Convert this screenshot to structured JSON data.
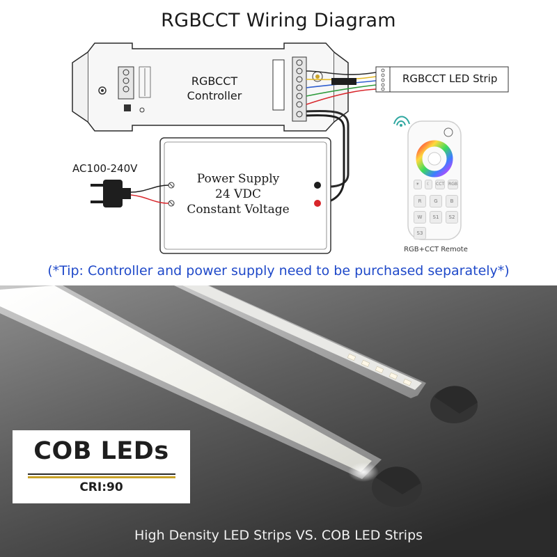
{
  "diagram": {
    "title": "RGBCCT Wiring Diagram",
    "controller_label_line1": "RGBCCT",
    "controller_label_line2": "Controller",
    "psu_label_line1": "Power Supply",
    "psu_label_line2": "24 VDC",
    "psu_label_line3": "Constant Voltage",
    "ac_label": "AC100-240V",
    "strip_label": "RGBCCT LED Strip",
    "remote_label": "RGB+CCT Remote",
    "remote_buttons": [
      "CCT",
      "RGB",
      "R",
      "G",
      "B",
      "W",
      "S1",
      "S2",
      "S3"
    ],
    "tip": "(*Tip: Controller and power supply need to be purchased separately*)"
  },
  "photo": {
    "badge_title": "COB LEDs",
    "badge_subtitle": "CRI:90",
    "caption": "High Density LED Strips VS. COB LED Strips"
  },
  "colors": {
    "tip_blue": "#1f49c9",
    "badge_gold": "#c9a227",
    "wire_red": "#d8262b",
    "wire_green": "#2e9b3c",
    "wire_blue": "#2f5fd0",
    "wire_yellow": "#e3b825"
  }
}
